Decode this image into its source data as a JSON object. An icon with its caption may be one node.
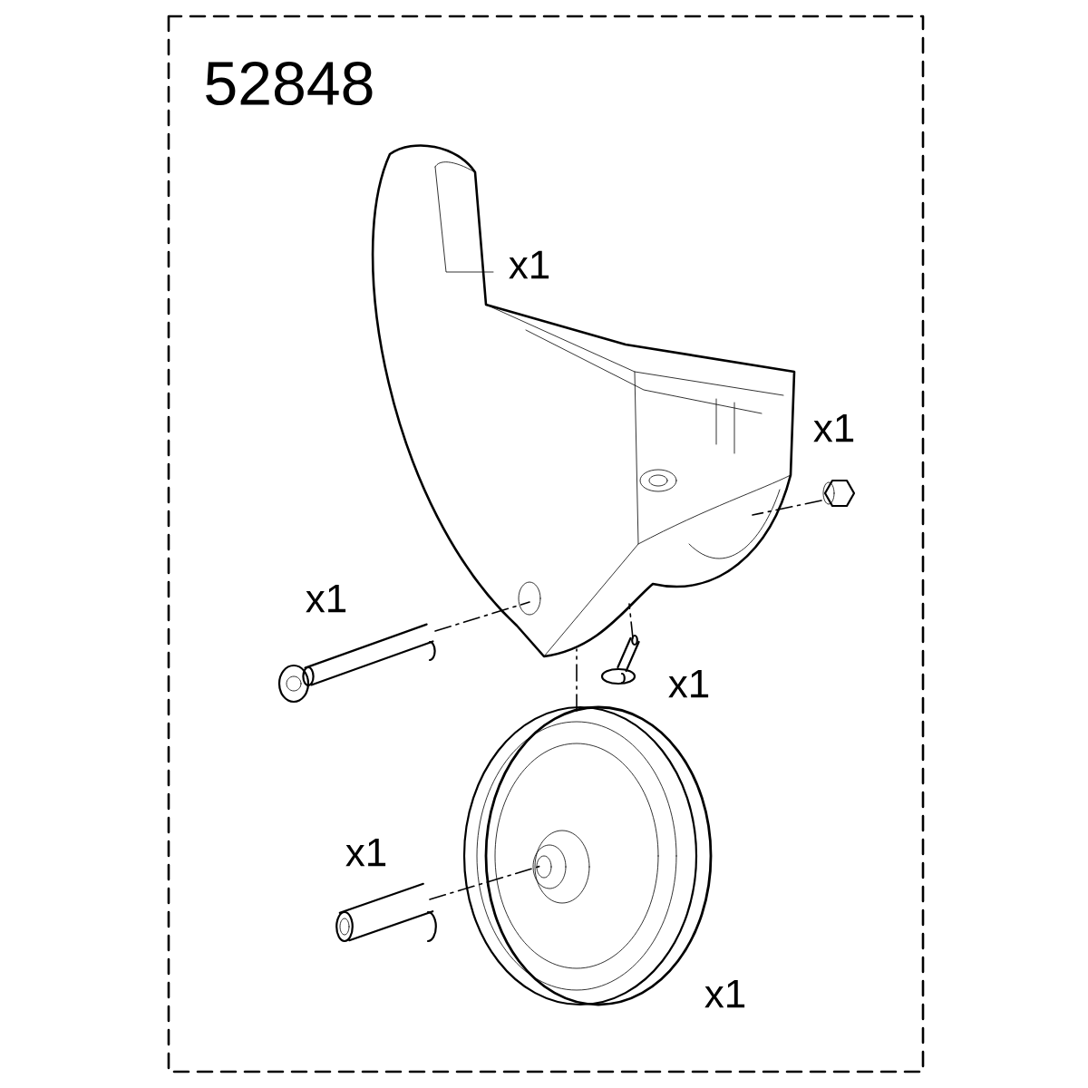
{
  "diagram": {
    "title": "52848",
    "nodes": [
      {
        "text": [],
        "shape": "picture",
        "beside": [
          "x1"
        ]
      },
      {
        "text": [],
        "shape": "picture",
        "beside": [
          "x1"
        ]
      },
      {
        "text": [],
        "shape": "picture",
        "beside": [
          "x1"
        ]
      },
      {
        "text": [],
        "shape": "picture",
        "beside": [
          "x1"
        ]
      },
      {
        "text": [],
        "shape": "picture",
        "beside": [
          "x1"
        ]
      },
      {
        "text": [],
        "shape": "picture",
        "beside": [
          "x1"
        ]
      }
    ],
    "edges": [
      {
        "from": 2,
        "to": 0,
        "arrow": "none",
        "style": "dashed"
      },
      {
        "from": 1,
        "to": 0,
        "arrow": "none",
        "style": "dashed"
      },
      {
        "from": 3,
        "to": 0,
        "arrow": "none",
        "style": "dashed"
      },
      {
        "from": 4,
        "to": 0,
        "arrow": "none",
        "style": "dashed"
      },
      {
        "from": 5,
        "to": 4,
        "arrow": "none",
        "style": "dashed"
      }
    ]
  }
}
